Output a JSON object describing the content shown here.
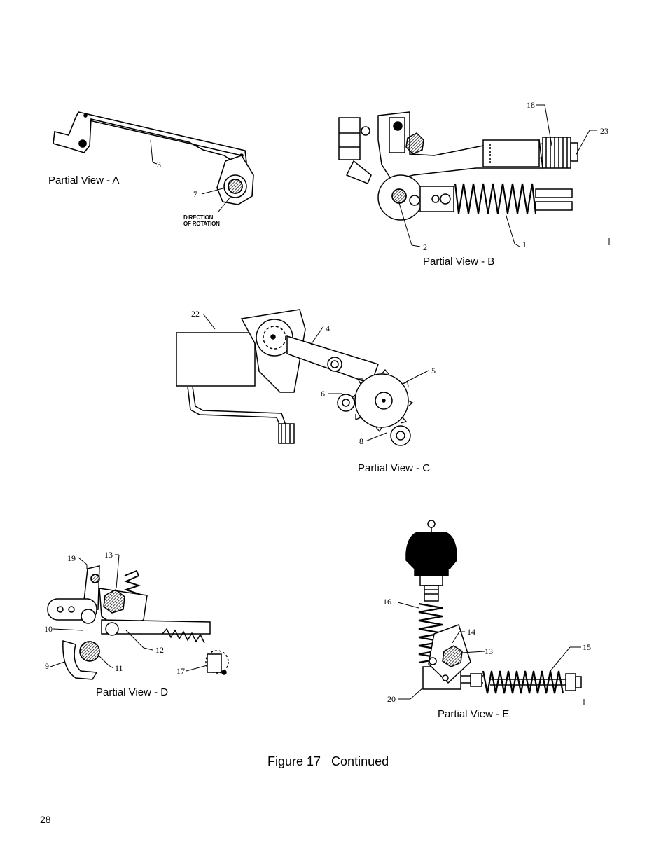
{
  "views": {
    "a": {
      "caption": "Partial View - A",
      "callouts": [
        "3",
        "7"
      ],
      "rotation_label_line1": "DIRECTION",
      "rotation_label_line2": "OF ROTATION"
    },
    "b": {
      "caption": "Partial View - B",
      "callouts": [
        "18",
        "23",
        "2",
        "1"
      ]
    },
    "c": {
      "caption": "Partial View - C",
      "callouts": [
        "22",
        "4",
        "5",
        "6",
        "8"
      ]
    },
    "d": {
      "caption": "Partial View - D",
      "callouts": [
        "19",
        "13",
        "10",
        "12",
        "9",
        "11",
        "17"
      ]
    },
    "e": {
      "caption": "Partial View - E",
      "callouts": [
        "16",
        "14",
        "13",
        "15",
        "20"
      ]
    }
  },
  "figure_title": "Figure 17   Continued",
  "page_number": "28"
}
